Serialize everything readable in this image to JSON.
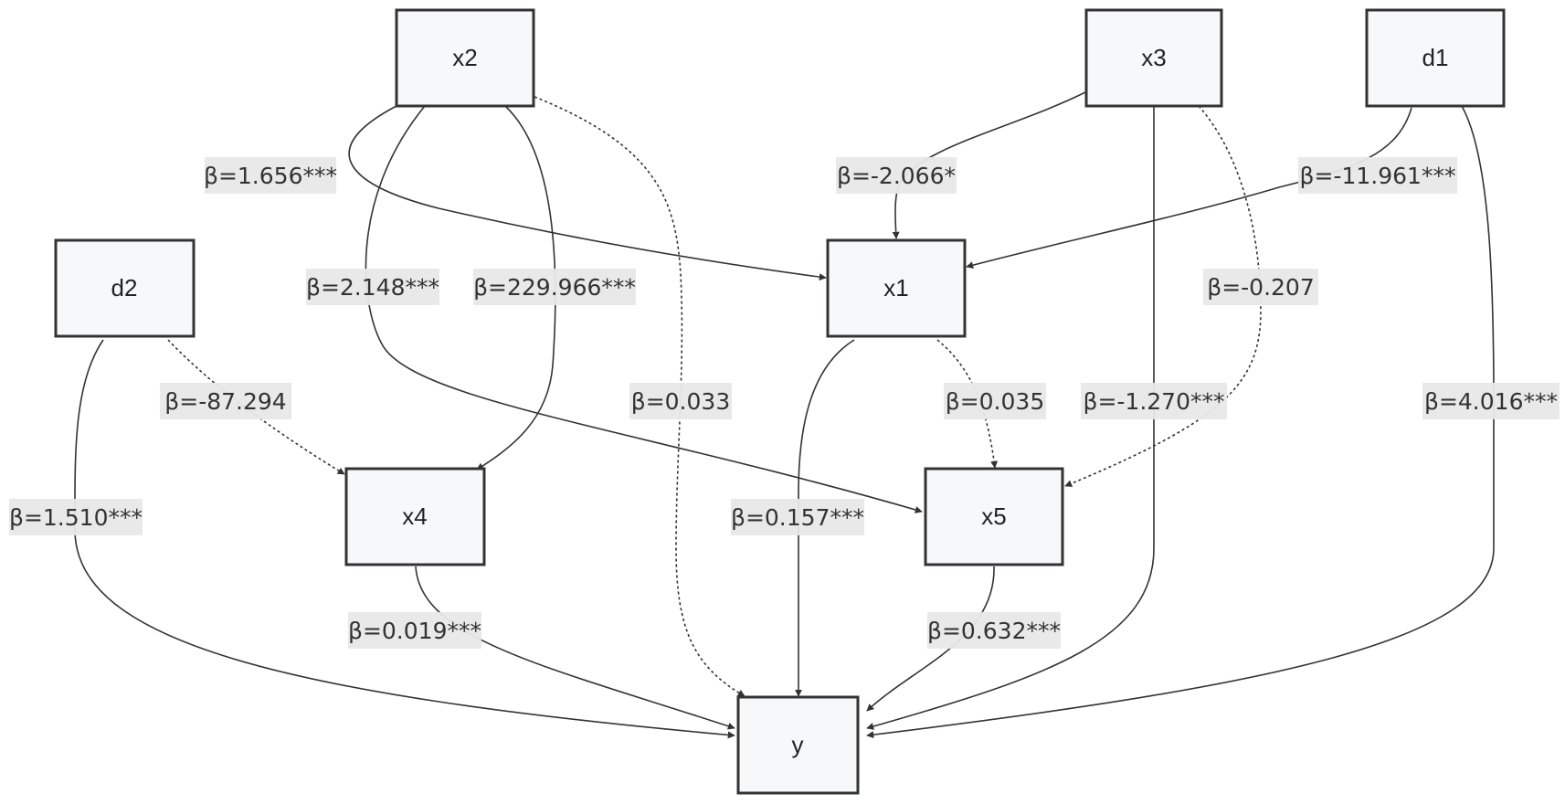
{
  "nodes": {
    "x2": "x2",
    "x3": "x3",
    "d1": "d1",
    "d2": "d2",
    "x1": "x1",
    "x4": "x4",
    "x5": "x5",
    "y": "y"
  },
  "edges": [
    {
      "from": "x2",
      "to": "x1",
      "label": "β=1.656***",
      "style": "solid"
    },
    {
      "from": "x3",
      "to": "x1",
      "label": "β=-2.066*",
      "style": "solid"
    },
    {
      "from": "d1",
      "to": "x1",
      "label": "β=-11.961***",
      "style": "solid"
    },
    {
      "from": "x2",
      "to": "x5",
      "label": "β=2.148***",
      "style": "solid"
    },
    {
      "from": "x2",
      "to": "x4",
      "label": "β=229.966***",
      "style": "solid"
    },
    {
      "from": "x3",
      "to": "x5",
      "label": "β=-0.207",
      "style": "dashed"
    },
    {
      "from": "d2",
      "to": "x4",
      "label": "β=-87.294",
      "style": "dashed"
    },
    {
      "from": "x2",
      "to": "y",
      "label": "β=0.033",
      "style": "dashed"
    },
    {
      "from": "x1",
      "to": "x5",
      "label": "β=0.035",
      "style": "dashed"
    },
    {
      "from": "x3",
      "to": "y",
      "label": "β=-1.270***",
      "style": "solid"
    },
    {
      "from": "d1",
      "to": "y",
      "label": "β=4.016***",
      "style": "solid"
    },
    {
      "from": "d2",
      "to": "y",
      "label": "β=1.510***",
      "style": "solid"
    },
    {
      "from": "x1",
      "to": "y",
      "label": "β=0.157***",
      "style": "solid"
    },
    {
      "from": "x4",
      "to": "y",
      "label": "β=0.019***",
      "style": "solid"
    },
    {
      "from": "x5",
      "to": "y",
      "label": "β=0.632***",
      "style": "solid"
    }
  ]
}
